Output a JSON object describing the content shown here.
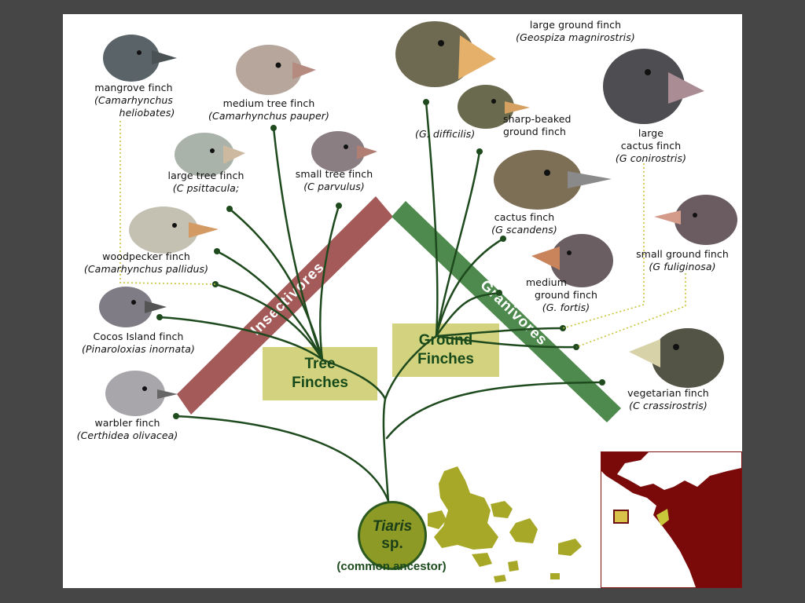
{
  "colors": {
    "slide_background": "#464646",
    "branch": "#1e4a1e",
    "insectivores_band": "#a55a5a",
    "granivores_band": "#4e8a4e",
    "group_box": "#d3d37f",
    "ancestor": "#8d9a25",
    "islands": "#a8a828",
    "map_land": "#7a0a0a"
  },
  "groups": {
    "tree": {
      "line1": "Tree",
      "line2": "Finches"
    },
    "ground": {
      "line1": "Ground",
      "line2": "Finches"
    }
  },
  "diets": {
    "insectivores": "Insectivores",
    "granivores": "Granivores"
  },
  "ancestor": {
    "genus": "Tiaris",
    "species": "sp.",
    "caption": "(common ancestor)"
  },
  "finches": {
    "mangrove": {
      "name": "mangrove finch",
      "sci1": "(Camarhynchus",
      "sci2": "heliobates)",
      "icon": "finch-head-icon"
    },
    "medium_tree": {
      "name": "medium tree finch",
      "sci": "(Camarhynchus pauper)",
      "icon": "finch-head-icon"
    },
    "large_tree": {
      "name": "large tree finch",
      "sci": "(C psittacula;",
      "icon": "finch-head-icon"
    },
    "small_tree": {
      "name": "small tree finch",
      "sci": "(C parvulus)",
      "icon": "finch-head-icon"
    },
    "woodpecker": {
      "name": "woodpecker finch",
      "sci": "(Camarhynchus pallidus)",
      "icon": "finch-head-icon"
    },
    "cocos": {
      "name": "Cocos Island finch",
      "sci": "(Pinaroloxias inornata)",
      "icon": "finch-head-icon"
    },
    "warbler": {
      "name": "warbler finch",
      "sci": "(Certhidea olivacea)",
      "icon": "finch-head-icon"
    },
    "large_ground": {
      "name": "large ground finch",
      "sci": "(Geospiza magnirostris)",
      "icon": "finch-head-icon"
    },
    "sharp_beaked": {
      "sci": "(G. difficilis)",
      "name1": "sharp-beaked",
      "name2": "ground finch",
      "icon": "finch-head-icon"
    },
    "large_cactus": {
      "name1": "large",
      "name2": "cactus finch",
      "sci": "(G conirostris)",
      "icon": "finch-head-icon"
    },
    "cactus": {
      "name": "cactus finch",
      "sci": "(G scandens)",
      "icon": "finch-head-icon"
    },
    "small_ground": {
      "name": "small ground finch",
      "sci": "(G fuliginosa)",
      "icon": "finch-head-icon"
    },
    "medium_ground": {
      "name1": "medium",
      "name2": "ground finch",
      "sci": "(G. fortis)",
      "icon": "finch-head-icon"
    },
    "vegetarian": {
      "name": "vegetarian finch",
      "sci": "(C crassirostris)",
      "icon": "finch-head-icon"
    }
  },
  "map": {
    "icon": "south-america-map-icon",
    "islands_icon": "galapagos-islands-icon"
  }
}
